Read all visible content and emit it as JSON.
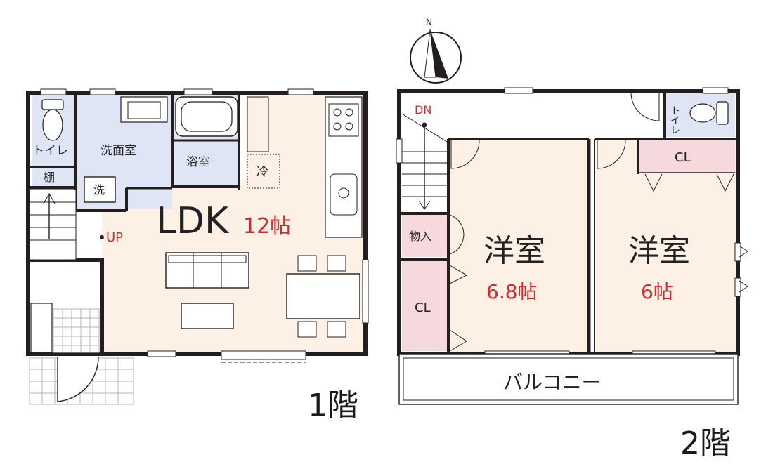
{
  "floor1": {
    "label": "1階",
    "rooms": {
      "toilet": "トイレ",
      "washroom": "洗面室",
      "bath": "浴室",
      "shelf": "棚",
      "washer": "洗",
      "fridge": "冷",
      "ldk": "LDK",
      "ldk_size": "12帖",
      "stairs_up": "UP"
    }
  },
  "floor2": {
    "label": "2階",
    "rooms": {
      "stairs_down": "DN",
      "toilet": "トイレ",
      "closet_top": "CL",
      "storage": "物入",
      "closet_left": "CL",
      "room_left": "洋室",
      "room_left_size": "6.8帖",
      "room_right": "洋室",
      "room_right_size": "6帖",
      "balcony": "バルコニー"
    }
  },
  "compass": {
    "north": "N"
  },
  "colors": {
    "ldk_fill": "#fcf1e4",
    "wet_fill": "#dfe5f4",
    "closet_fill": "#f5d9dc",
    "room_fill": "#fcf1e4",
    "wall": "#231f20",
    "accent": "#e0242a"
  }
}
